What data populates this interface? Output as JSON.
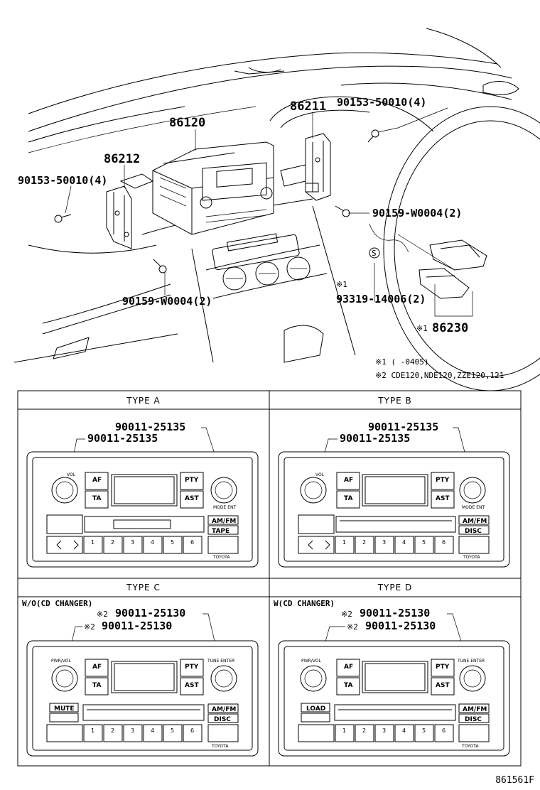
{
  "main_diagram": {
    "callouts": {
      "p86120": "86120",
      "p86211": "86211",
      "p86212": "86212",
      "p90153_right": "90153-50010(4)",
      "p90153_left": "90153-50010(4)",
      "p90159_right": "90159-W0004(2)",
      "p90159_bottom": "90159-W0004(2)",
      "p93319": "93319-14006(2)",
      "p86230": "86230",
      "mark1_86230": "※1",
      "mark1_93319": "※1",
      "s_symbol": "S"
    },
    "notes": {
      "note1": "※1 (   -0405)",
      "note2": "※2 CDE120,NDE120,ZZE120,121"
    }
  },
  "panels": {
    "type_a": {
      "title": "TYPE A",
      "part_top": "90011-25135",
      "part_second": "90011-25135",
      "buttons": {
        "af": "AF",
        "ta": "TA",
        "pty": "PTY",
        "ast": "AST",
        "am_fm": "AM/FM",
        "tape": "TAPE",
        "mode_ent": "MODE ENT",
        "vol": "VOL",
        "presets": [
          "1",
          "2",
          "3",
          "4",
          "5",
          "6"
        ],
        "brand": "TOYOTA"
      }
    },
    "type_b": {
      "title": "TYPE B",
      "part_top": "90011-25135",
      "part_second": "90011-25135",
      "buttons": {
        "af": "AF",
        "ta": "TA",
        "pty": "PTY",
        "ast": "AST",
        "am_fm": "AM/FM",
        "disc": "DISC",
        "mode_ent": "MODE ENT",
        "vol": "VOL",
        "presets": [
          "1",
          "2",
          "3",
          "4",
          "5",
          "6"
        ],
        "brand": "TOYOTA"
      }
    },
    "type_c": {
      "title": "TYPE C",
      "subtitle": "W/O(CD CHANGER)",
      "mark_top": "※2",
      "part_top": "90011-25130",
      "mark_second": "※2",
      "part_second": "90011-25130",
      "buttons": {
        "af": "AF",
        "ta": "TA",
        "pty": "PTY",
        "ast": "AST",
        "am_fm": "AM/FM",
        "disc": "DISC",
        "mute": "MUTE",
        "pwr_vol": "PWR/VOL",
        "tune_enter": "TUNE ENTER",
        "presets": [
          "1",
          "2",
          "3",
          "4",
          "5",
          "6"
        ],
        "brand": "TOYOTA"
      }
    },
    "type_d": {
      "title": "TYPE D",
      "subtitle": "W(CD CHANGER)",
      "mark_top": "※2",
      "part_top": "90011-25130",
      "mark_second": "※2",
      "part_second": "90011-25130",
      "buttons": {
        "af": "AF",
        "ta": "TA",
        "pty": "PTY",
        "ast": "AST",
        "am_fm": "AM/FM",
        "disc": "DISC",
        "load": "LOAD",
        "pwr_vol": "PWR/VOL",
        "tune_enter": "TUNE ENTER",
        "presets": [
          "1",
          "2",
          "3",
          "4",
          "5",
          "6"
        ],
        "brand": "TOYOTA"
      }
    }
  },
  "figure_id": "861561F"
}
